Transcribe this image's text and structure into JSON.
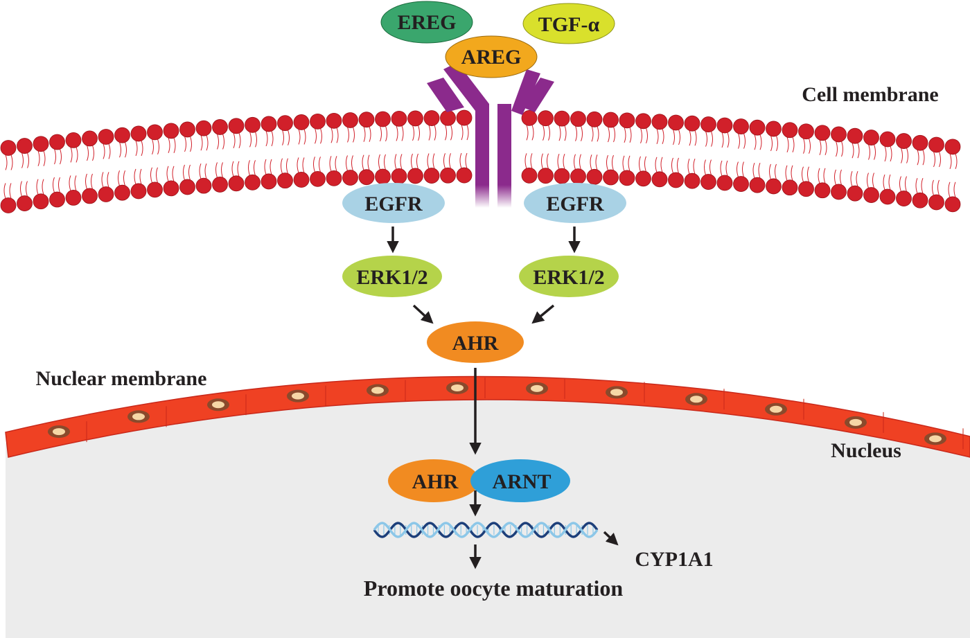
{
  "ligands": {
    "ereg": {
      "label": "EREG",
      "color": "#3aa66d"
    },
    "tgf": {
      "label": "TGF-α",
      "color": "#d9e02c"
    },
    "areg": {
      "label": "AREG",
      "color": "#f2a81d"
    }
  },
  "receptor_color": "#8b2a8c",
  "labels": {
    "cell_membrane": "Cell membrane",
    "nuclear_membrane": "Nuclear membrane",
    "nucleus": "Nucleus",
    "outcome": "Promote oocyte maturation",
    "target_gene": "CYP1A1"
  },
  "proteins": {
    "egfr_left": {
      "label": "EGFR",
      "color": "#a9d2e5"
    },
    "egfr_right": {
      "label": "EGFR",
      "color": "#a9d2e5"
    },
    "erk_left": {
      "label": "ERK1/2",
      "color": "#b5d34a"
    },
    "erk_right": {
      "label": "ERK1/2",
      "color": "#b5d34a"
    },
    "ahr_cyto": {
      "label": "AHR",
      "color": "#f18b21"
    },
    "ahr_nuc": {
      "label": "AHR",
      "color": "#f18b21"
    },
    "arnt": {
      "label": "ARNT",
      "color": "#2f9fd8"
    }
  },
  "colors": {
    "lipid_head": "#d1202a",
    "lipid_tail": "#d1202a",
    "nuclear_envelope": "#ef4123",
    "nucleus_fill": "#ececec",
    "dna_a": "#1d3f7a",
    "dna_b": "#8cc7e8",
    "arrow": "#231f20"
  }
}
